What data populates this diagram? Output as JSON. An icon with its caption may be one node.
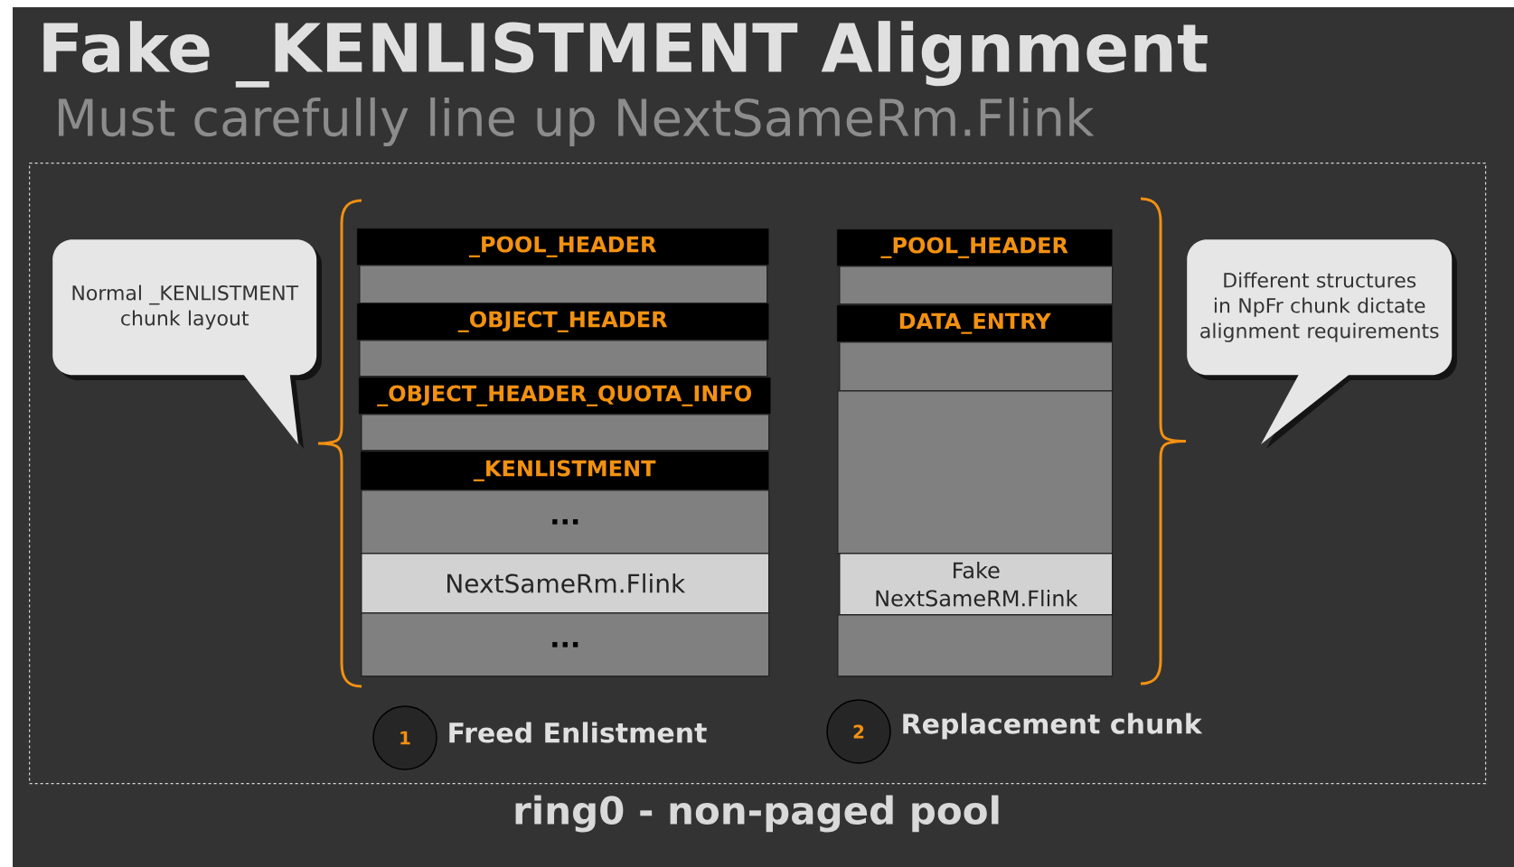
{
  "diagram": {
    "title": "Fake _KENLISTMENT Alignment",
    "labels": [
      "Must carefully line up NextSameRm.Flink"
    ],
    "nodes": [
      {
        "text": [
          "ring0 - non-paged pool"
        ]
      },
      {
        "text": [
          "Normal _KENLISTMENT chunk layout"
        ],
        "in": 0
      },
      {
        "text": [
          "_POOL_HEADER"
        ],
        "in": 0
      },
      {
        "text": [],
        "shape": "box",
        "in": 0
      },
      {
        "text": [
          "_OBJECT_HEADER"
        ],
        "in": 0
      },
      {
        "text": [],
        "shape": "box",
        "in": 0
      },
      {
        "text": [
          "_OBJECT_HEADER_QUOTA_INFO"
        ],
        "in": 0
      },
      {
        "text": [],
        "shape": "box",
        "in": 0
      },
      {
        "text": [
          "_KENLISTMENT"
        ],
        "in": 0
      },
      {
        "text": [
          "..."
        ],
        "in": 0
      },
      {
        "text": [
          "NextSameRm.Flink"
        ],
        "in": 0
      },
      {
        "text": [
          "..."
        ],
        "in": 0
      },
      {
        "text": [
          "_POOL_HEADER"
        ],
        "in": 0
      },
      {
        "text": [],
        "shape": "box",
        "in": 0
      },
      {
        "text": [
          "DATA_ENTRY"
        ],
        "in": 0
      },
      {
        "text": [],
        "shape": "box",
        "in": 0
      },
      {
        "text": [],
        "shape": "box",
        "in": 0
      },
      {
        "text": [
          "Fake NextSameRM.Flink"
        ],
        "in": 0
      },
      {
        "text": [],
        "shape": "box",
        "in": 0
      },
      {
        "text": [
          "Different structures in NpFr chunk dictate alignment requirements"
        ],
        "in": 0
      },
      {
        "text": [
          "1"
        ],
        "in": 0,
        "beside": [
          "Freed Enlistment"
        ]
      },
      {
        "text": [
          "2"
        ],
        "in": 0,
        "beside": [
          "Replacement chunk"
        ]
      }
    ]
  }
}
